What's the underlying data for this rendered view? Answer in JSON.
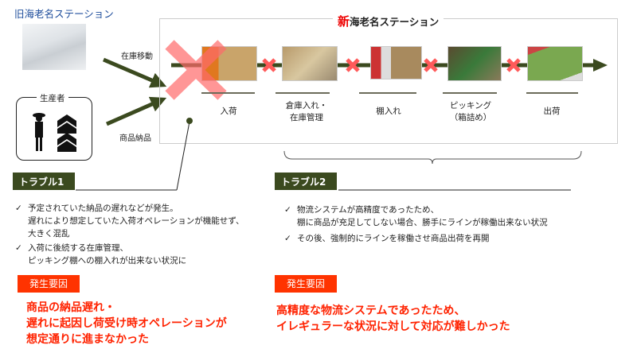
{
  "old_station": {
    "title": "旧海老名ステーション"
  },
  "producer": {
    "label": "生産者"
  },
  "flows": {
    "stock_move": "在庫移動",
    "delivery": "商品納品"
  },
  "new_station": {
    "title_prefix": "新",
    "title_rest": "海老名ステーション",
    "steps": [
      {
        "label": "入荷"
      },
      {
        "label": "倉庫入れ・\n在庫管理"
      },
      {
        "label": "棚入れ"
      },
      {
        "label": "ピッキング\n（箱詰め）"
      },
      {
        "label": "出荷"
      }
    ]
  },
  "trouble1": {
    "label": "トラブル1",
    "bullets": [
      "予定されていた納品の遅れなどが発生。\n遅れにより想定していた入荷オペレーションが機能せず、\n大きく混乱",
      "入荷に後続する在庫管理、\nピッキング棚への棚入れが出来ない状況に"
    ],
    "cause_label": "発生要因",
    "cause": "商品の納品遅れ・\n遅れに起因し荷受け時オペレーションが\n想定通りに進まなかった"
  },
  "trouble2": {
    "label": "トラブル2",
    "bullets": [
      "物流システムが高精度であったため、\n棚に商品が充足してしない場合、勝手にラインが稼働出来ない状況",
      "その後、強制的にラインを稼働させ商品出荷を再開"
    ],
    "cause_label": "発生要因",
    "cause": "高精度な物流システムであったため、\nイレギュラーな状況に対して対応が難しかった"
  },
  "colors": {
    "olive": "#3b4a1f",
    "red": "#ff3300",
    "blue": "#1f4e9c"
  }
}
